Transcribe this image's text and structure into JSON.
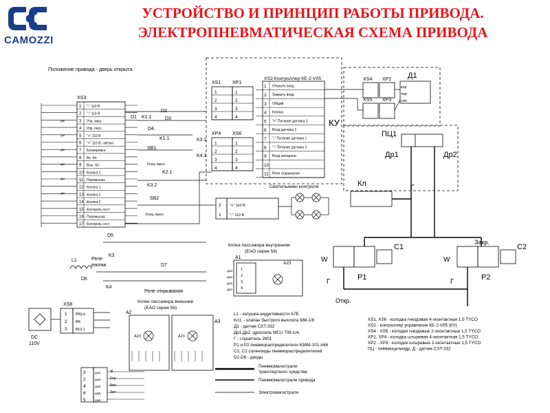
{
  "brand": {
    "name": "CAMOZZI",
    "color": "#1b3e8a",
    "title_color": "#e8141b"
  },
  "title": {
    "line1": "УСТРОЙСТВО И ПРИНЦИП РАБОТЫ ПРИВОДА.",
    "line2": "ЭЛЕКТРОПНЕВМАТИЧЕСКАЯ СХЕМА ПРИВОДА"
  },
  "diagram": {
    "position_label": "Положение привода - дверь открыта",
    "xs3": {
      "label": "XS3",
      "rows": [
        {
          "n": "1",
          "text": "\"-\" 110 В"
        },
        {
          "n": "2",
          "text": "\"-\" 110 В"
        },
        {
          "n": "3",
          "text": "Упр. маш."
        },
        {
          "n": "4",
          "text": "Упр. пасс."
        },
        {
          "n": "5",
          "text": "\"+\" 110 В"
        },
        {
          "n": "6",
          "text": "\"+\" 110 В. светил."
        },
        {
          "n": "7",
          "text": "Блокировка"
        },
        {
          "n": "8",
          "text": "Вх. бл."
        },
        {
          "n": "9",
          "text": "Вых. бл."
        },
        {
          "n": "10",
          "text": "Кнопка 1"
        },
        {
          "n": "11",
          "text": "Перемычка"
        },
        {
          "n": "12",
          "text": "Кнопка 1"
        },
        {
          "n": "13",
          "text": "Кнопка 2"
        },
        {
          "n": "14",
          "text": "Кнопка 2"
        },
        {
          "n": "15",
          "text": "Контроль сост."
        },
        {
          "n": "16",
          "text": "Перемычка"
        },
        {
          "n": "17",
          "text": "Контроль сост."
        }
      ]
    },
    "left_markers": [
      "дм",
      "дм",
      "дм",
      "дм",
      "дм",
      "дм"
    ],
    "xs1": "XS1",
    "xp1": "XP1",
    "xp4": "XP4",
    "xs6": "XS6",
    "controller": {
      "title": "XS2 Контроллер КЕ-2-V05",
      "ku": "КУ",
      "rows": [
        {
          "n": "1",
          "text": "Открыть вход"
        },
        {
          "n": "2",
          "text": "Закрыть вход"
        },
        {
          "n": "3",
          "text": "Общий"
        },
        {
          "n": "4",
          "text": "Кнопка"
        },
        {
          "n": "5",
          "text": "\"+\" Питание датчика 1"
        },
        {
          "n": "6",
          "text": "Вход датчика 1"
        },
        {
          "n": "7",
          "text": "\"-\" Питание датчика 1"
        },
        {
          "n": "8",
          "text": "\"-\" Питание датчика 2"
        },
        {
          "n": "9",
          "text": "Вход аппарели"
        },
        {
          "n": "10",
          "text": ""
        },
        {
          "n": "11",
          "text": "Реле открывания"
        }
      ]
    },
    "pin4": [
      "1",
      "2",
      "3",
      "4"
    ],
    "xs4": "XS4",
    "xp2": "XP2",
    "xs5": "XS5",
    "xp3": "XP3",
    "d1_sensor": "Д1",
    "sensor_labels": [
      "кор",
      "чер",
      "син"
    ],
    "pc1": "ПЦ1",
    "dr1": "Др1",
    "dr2": "Др2",
    "kl": "Кл",
    "g": "Г",
    "c1": "С1",
    "c2": "С2",
    "zakr": "Закр.",
    "otkr": "Откр.",
    "p1": "P1",
    "p2": "P2",
    "w": "W",
    "components": {
      "d1": "D1",
      "k1_1": "K1.1",
      "d2": "D2",
      "d3": "D3",
      "d4": "D4",
      "k1_1b": "K1.1",
      "sb1": "SB1",
      "kon_vykl": "Конц. выкл.",
      "k2_1": "K2.1",
      "k3_1": "K3.1",
      "k4_1": "K4.1",
      "k3_2": "K3.2",
      "sb2": "SB2",
      "kon_vykl2": "Конц. выкл.",
      "d5": "D5",
      "k3": "K3",
      "rele_knopki": "Реле кнопки",
      "l1": "L1",
      "d6": "D6",
      "k4": "K4",
      "d7": "D7",
      "rele_otkr": "Реле открывания"
    },
    "lights": {
      "label": "Светильники контроля",
      "row1": "\"+\" 110 В",
      "row2": "\"-\" 110 В"
    },
    "inner_button": {
      "title": "Копка пассажира внутренняя",
      "subtitle": "(EAO серия 56)",
      "a1": "A1",
      "a23": "A23",
      "pins": [
        "дм1",
        "дм1",
        "дм1",
        "дм1"
      ]
    },
    "outer_buttons": {
      "title": "Копки пассажира внешние",
      "subtitle": "(EAO серия 56)",
      "a2": "A2",
      "a3": "A3",
      "a23": "A23"
    },
    "xs8": {
      "label": "XS8",
      "rows": [
        {
          "n": "1",
          "text": "BN(+)"
        },
        {
          "n": "2",
          "text": "BK"
        },
        {
          "n": "3",
          "text": "BU(-)"
        }
      ],
      "dc": "DC",
      "dc_v": "110V"
    },
    "bottom_pins": [
      {
        "n": "3",
        "m": "дм4",
        "w": "Ж"
      },
      {
        "n": "2",
        "m": "дм4",
        "w": "Кор"
      },
      {
        "n": "4",
        "m": "дм3",
        "w": "Бел"
      },
      {
        "n": "6",
        "m": "дм5",
        "w": "Зел"
      },
      {
        "n": "5",
        "m": "дм5",
        "w": ""
      }
    ],
    "legend_components": [
      "L1 - катушка индуктивности А7Е",
      "Кл1, - клапан быстрого выхлопа  588-1/8",
      "Д1 - датчик CST-332",
      "Др1,Др2 -дроссель MCU 706-1/4,",
      "Г - глушитель 2901",
      "Р1 и Р2-пневмораспределители 638М-101-А66",
      "С1, С2 соленоиды пневмораспределителей",
      "D1-D8 - диоды"
    ],
    "legend_connectors": [
      "XS1, XS6 - колодка гнездовая 4-хконтактная 1,5 TYCO",
      "XS2 - контроллер управления КЕ-2-V05 (КУ)",
      "XS4 - XS5 - колодки гнездовые 2-хконтактные 1,5 TYCO",
      "XP1, XP4 - колодка штыревая 4-хконтактная 1,5 TYCO",
      "XP2 - XP3 - колодки штыревые 2-хконтактные 1,5 TYCO",
      "ПЦ - пневмоцилиндр, Д - датчик CST-332"
    ],
    "line_legend": [
      "Пневмомагистрали транспортного средства",
      "Пневмомагистрали привода",
      "Электромагистрали"
    ]
  }
}
